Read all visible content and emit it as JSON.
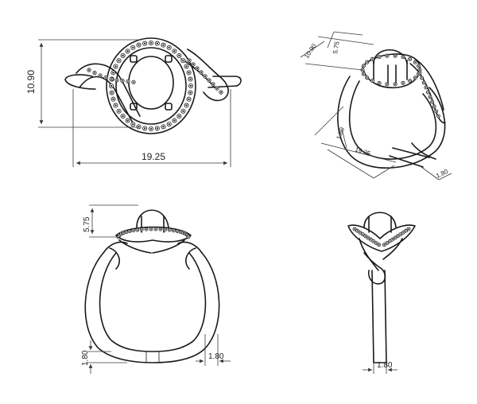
{
  "top_view": {
    "height_label": "10.90",
    "width_label": "19.25"
  },
  "iso_view": {
    "labels": [
      "10.90",
      "5.75",
      "1.80",
      "19.25",
      "1.80"
    ]
  },
  "front_view": {
    "head_height_label": "5.75",
    "band_left_label": "1.80",
    "band_right_label": "1.80"
  },
  "side_view": {
    "band_width_label": "1.80"
  },
  "colors": {
    "ink": "#1a1a1a",
    "background": "#ffffff"
  }
}
